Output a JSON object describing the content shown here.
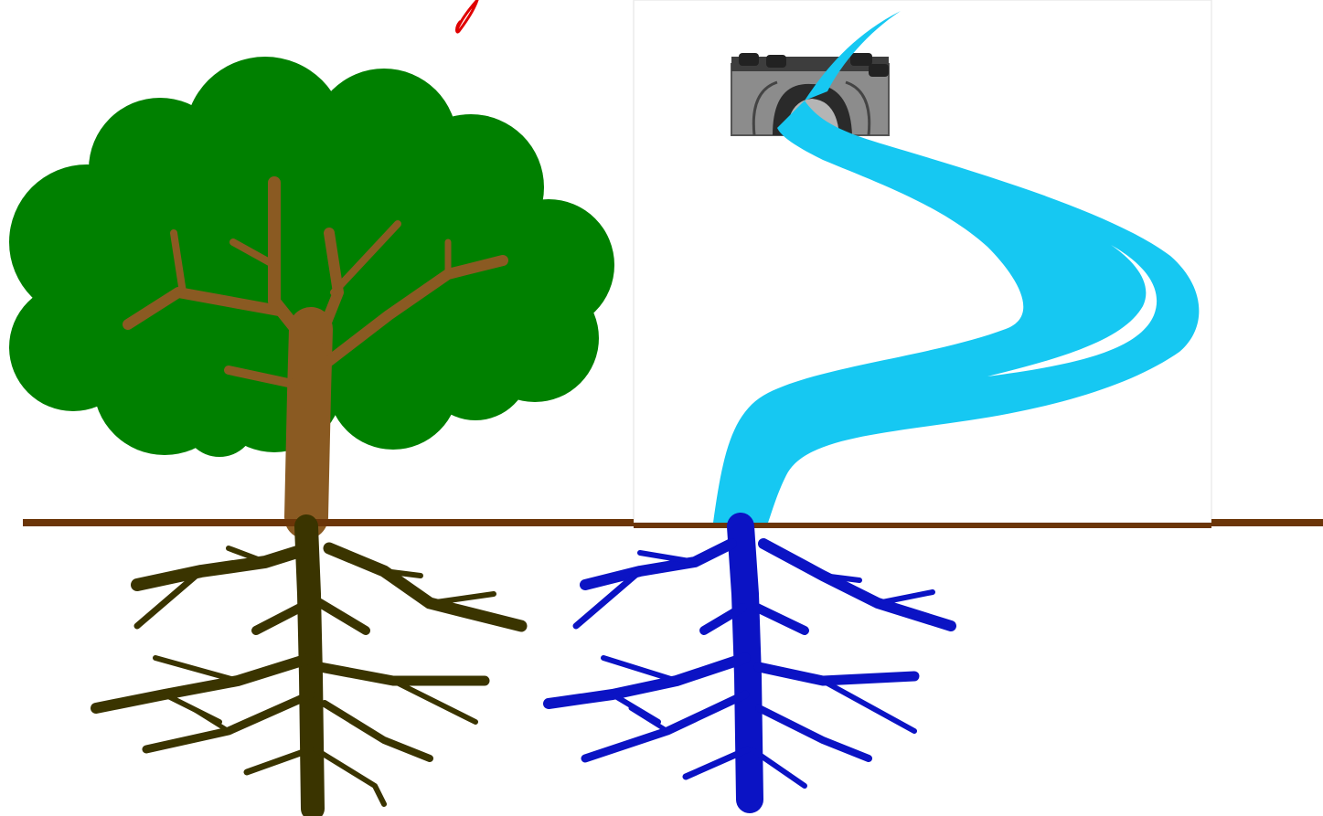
{
  "colors": {
    "background": "#ffffff",
    "foliage": "#008000",
    "trunk": "#8a5a22",
    "ground_line": "#6b3508",
    "tree_roots": "#3a3400",
    "river": "#16c8f2",
    "river_highlight": "#ffffff",
    "river_roots": "#0b13c4",
    "bridge_stone": "#8c8c8c",
    "bridge_dark": "#2a2a2a",
    "top_scribble": "#e00000",
    "panel_border": "#e6e6e6"
  },
  "scene": {
    "left_object": "tree",
    "right_object": "river-with-bridge",
    "below_ground_left": "tree-roots",
    "below_ground_right": "river-tributary-roots"
  }
}
